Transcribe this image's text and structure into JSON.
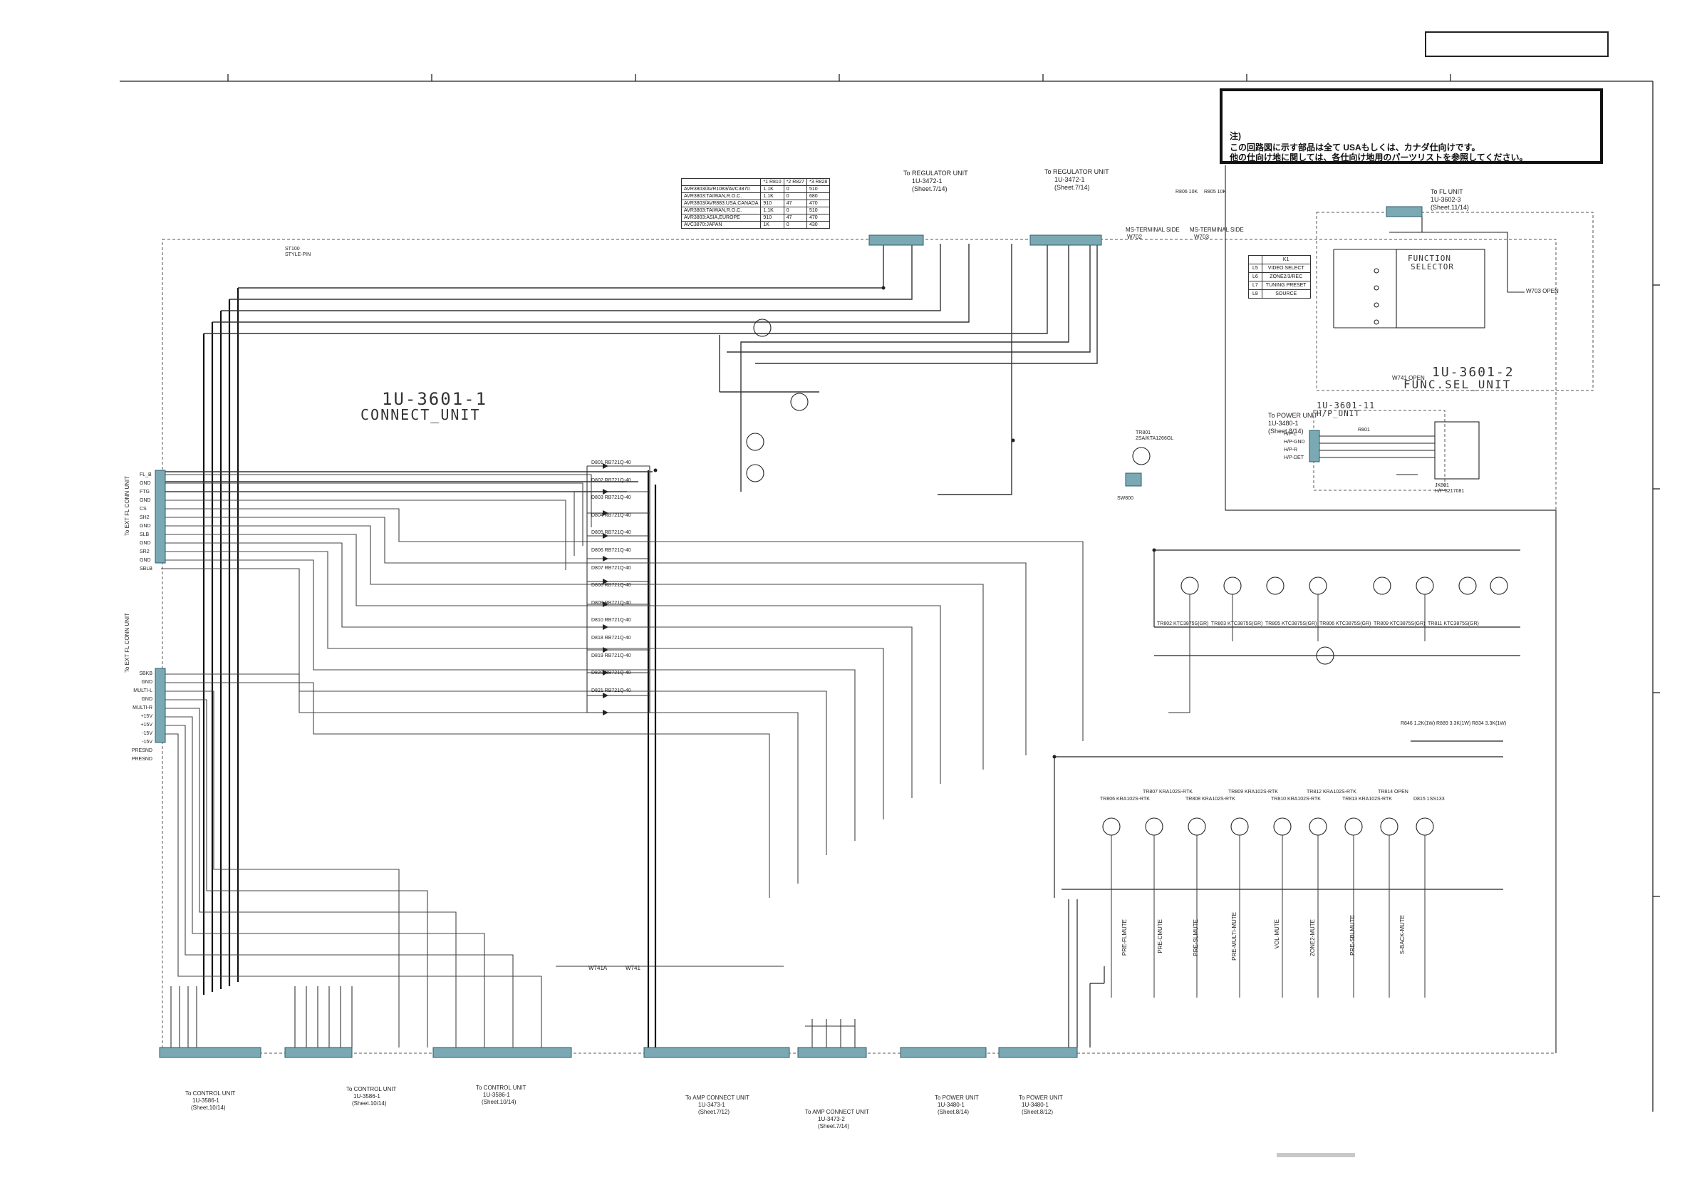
{
  "header": {
    "note_title": "注)",
    "note_line1": "この回路図に示す部品は全て USAもしくは、カナダ仕向けです。",
    "note_line2": "他の仕向け地に関しては、各仕向け地用のパーツリストを参照してください。"
  },
  "units": {
    "main": "1U-3601-1",
    "main_sub": "CONNECT_UNIT",
    "func": "1U-3601-2",
    "func_sub": "FUNC.SEL_UNIT",
    "hp": "1U-3601-11",
    "hp_sub": "H/P_UNIT",
    "func_selector": "FUNCTION",
    "func_selector2": "SELECTOR"
  },
  "model_table": {
    "headers": [
      "",
      "*1 R810",
      "*2 R827",
      "*3 R828"
    ],
    "rows": [
      [
        "AVR3803/AVR1083/AVC3870",
        "1.1K",
        "0",
        "510"
      ],
      [
        "AVR3803:TAIWAN,R.O.C.",
        "1.1K",
        "0",
        "680"
      ],
      [
        "AVR3803/AVR883:USA,CANADA",
        "910",
        "47",
        "470"
      ],
      [
        "AVR3803:TAIWAN,R.O.C.",
        "1.1K",
        "0",
        "510"
      ],
      [
        "AVR3803:ASIA,EUROPE",
        "910",
        "47",
        "470"
      ],
      [
        "AVC3870:JAPAN",
        "1K",
        "0",
        "430"
      ]
    ]
  },
  "k_table": {
    "header": [
      "",
      "K1"
    ],
    "rows": [
      [
        "L5",
        "VIDEO SELECT"
      ],
      [
        "L6",
        "ZONE2/3/REC"
      ],
      [
        "L7",
        "TUNING PRESET"
      ],
      [
        "L8",
        "SOURCE"
      ]
    ]
  },
  "connector_labels": {
    "to_regulator_a": "To REGULATOR UNIT",
    "to_regulator_a2": "1U-3472-1",
    "to_regulator_a3": "(Sheet.7/14)",
    "to_regulator_b": "To REGULATOR UNIT",
    "to_regulator_b2": "1U-3472-1",
    "to_regulator_b3": "(Sheet.7/14)",
    "to_fl": "To FL UNIT",
    "to_fl2": "1U-3602-3",
    "to_fl3": "(Sheet.11/14)",
    "to_power_hp": "To POWER UNIT",
    "to_power_hp2": "1U-3480-1",
    "to_power_hp3": "(Sheet.8/14)",
    "to_control_1": "To CONTROL UNIT",
    "to_control_1b": "1U-3586-1",
    "to_control_1c": "(Sheet.10/14)",
    "to_control_2": "To CONTROL UNIT",
    "to_control_2b": "1U-3586-1",
    "to_control_2c": "(Sheet.10/14)",
    "to_control_3": "To CONTROL UNIT",
    "to_control_3b": "1U-3586-1",
    "to_control_3c": "(Sheet.10/14)",
    "to_amp_1": "To AMP CONNECT UNIT",
    "to_amp_1b": "1U-3473-1",
    "to_amp_1c": "(Sheet.7/12)",
    "to_amp_2": "To AMP CONNECT UNIT",
    "to_amp_2b": "1U-3473-2",
    "to_amp_2c": "(Sheet.7/14)",
    "to_power_1": "To POWER UNIT",
    "to_power_1b": "1U-3480-1",
    "to_power_1c": "(Sheet.8/14)",
    "to_power_2": "To POWER UNIT",
    "to_power_2b": "1U-3480-1",
    "to_power_2c": "(Sheet.8/12)",
    "to_ext_1": "To EXT FL CONN UNIT",
    "to_ext_2": "To EXT FL CONN UNIT",
    "ms_terminal": "MS-TERMINAL SIDE",
    "ms_terminal_b": "MS-TERMINAL SIDE",
    "w702": "W702",
    "w703": "W703",
    "w741a": "W741A",
    "w741": "W741",
    "w703_open": "W703 OPEN",
    "w741_open": "W741 OPEN"
  },
  "left_pins_a": [
    "FL_B",
    "GND",
    "FTG",
    "GND",
    "CS",
    "SH2",
    "GND",
    "SLB",
    "GND",
    "SR2",
    "GND",
    "SBLB"
  ],
  "left_pins_b": [
    "SBKB",
    "GND",
    "MULTI-L",
    "GND",
    "MULTI-R",
    "+15V",
    "+15V",
    "-15V",
    "-15V",
    "PRESND",
    "PRESND"
  ],
  "hp_pins": [
    "H/P-L",
    "H/P-GND",
    "H/P-R",
    "H/P-DET"
  ],
  "diodes": [
    "D801 RB721Q-40",
    "D802 RB721Q-40",
    "D803 RB721Q-40",
    "D804 RB721Q-40",
    "D805 RB721Q-40",
    "D806 RB721Q-40",
    "D807 RB721Q-40",
    "D808 RB721Q-40",
    "D809 RB721Q-40",
    "D810 RB721Q-40",
    "D818 RB721Q-40",
    "D819 RB721Q-40",
    "D820 RB721Q-40",
    "D821 RB721Q-40"
  ],
  "transistors_mid": [
    "TR802 KTC3875S(GR)",
    "TR803 KTC3875S(GR)",
    "TR805 KTC3875S(GR)",
    "TR806 KTC3875S(GR)",
    "TR809 KTC3875S(GR)",
    "TR811 KTC3875S(GR)"
  ],
  "transistors_low": [
    "TR806 KRA102S-RTK",
    "TR807 KRA102S-RTK",
    "TR808 KRA102S-RTK",
    "TR809 KRA102S-RTK",
    "TR810 KRA102S-RTK",
    "TR812 KRA102S-RTK",
    "TR813 KRA102S-RTK",
    "TR814 OPEN",
    "D815 1SS133"
  ],
  "bottom_labels_mid": [
    "PRE-FLMUTE",
    "PRE-CMUTE",
    "PRE-SLMUTE",
    "PRE-MULTI-MUTE",
    "VOL-MUTE",
    "ZONE2-MUTE",
    "PRE-SBLMUTE",
    "S-BACK-MUTE"
  ],
  "resistor_labels": [
    "R846 1.2K(1W)",
    "R889 3.3K(1W)",
    "R834 3.3K(1W)"
  ],
  "misc_labels": {
    "rc_r": "R806 10K",
    "rc_r2": "R805 10K",
    "tr801": "TR801",
    "tr801b": "2SA/KTA1266GL",
    "pot": "R801",
    "jk801": "JK801",
    "jk801b": "H/P-8217081",
    "sw": "SW800",
    "st100": "ST100",
    "st100b": "STYLE-PIN"
  }
}
